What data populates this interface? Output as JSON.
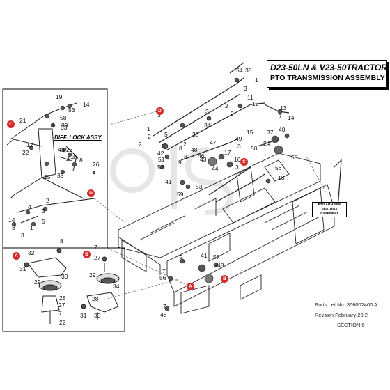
{
  "title": {
    "model": "D23-50LN & V23-50TRACTOR",
    "assembly": "PTO TRANSMISSION ASSEMBLY"
  },
  "meta": {
    "parts_list": "Parts Let No. 366002400 A",
    "revision": "Revsion February 20:2",
    "section": "SECTION 6"
  },
  "callouts": {
    "diff_lock": "DIFF. LOCK ASSY",
    "pto_note": "PTO ARM SEE SEATBOX ASSEMBLY"
  },
  "badges": {
    "A": "A",
    "B": "B",
    "C": "C",
    "D": "D"
  },
  "part_numbers": {
    "main": [
      "54",
      "38",
      "1",
      "3",
      "2",
      "11",
      "12",
      "13",
      "7",
      "14",
      "3",
      "2",
      "34",
      "15",
      "50",
      "37",
      "40",
      "24",
      "55",
      "56",
      "18",
      "3",
      "1",
      "2",
      "5",
      "42",
      "51",
      "52",
      "9",
      "3",
      "47",
      "46",
      "44",
      "43",
      "16",
      "3",
      "17",
      "38",
      "2",
      "48",
      "41",
      "53",
      "59",
      "49",
      "3",
      "8",
      "2",
      "3"
    ],
    "inset_diff": [
      "19",
      "14",
      "21",
      "53",
      "58",
      "33",
      "39",
      "3",
      "22",
      "12",
      "43",
      "23",
      "23",
      "35",
      "8",
      "25",
      "36",
      "26"
    ],
    "inset_linkage": [
      "2",
      "4",
      "3",
      "5",
      "14",
      "3",
      "1",
      "3"
    ],
    "inset_bracket_a": [
      "32",
      "31",
      "29",
      "30",
      "28",
      "27",
      "7",
      "22"
    ],
    "inset_bracket_b": [
      "8",
      "7",
      "27",
      "29",
      "34",
      "28",
      "31",
      "33"
    ],
    "lower": [
      "57",
      "7",
      "48",
      "2",
      "56",
      "7",
      "41",
      "7",
      "48"
    ]
  }
}
